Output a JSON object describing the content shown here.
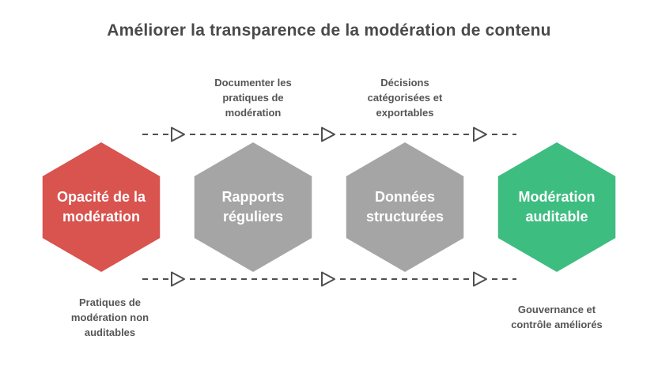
{
  "title": "Améliorer la transparence de la modération de contenu",
  "colors": {
    "stage_red": "#d9534f",
    "stage_gray": "#a5a5a5",
    "stage_green": "#3ebd81",
    "hexagon_border": "#ffffff",
    "arrow_line": "#4f4f4f",
    "title_text": "#4a4a4a",
    "note_text": "#555555",
    "stage_text": "#ffffff",
    "background": "#ffffff"
  },
  "stages": [
    {
      "label": "Opacité de la\nmodération",
      "color": "#d9534f",
      "note_bottom": "Pratiques de\nmodération non\nauditables"
    },
    {
      "label": "Rapports\nréguliers",
      "color": "#a5a5a5",
      "note_top": "Documenter les\npratiques de\nmodération"
    },
    {
      "label": "Données\nstructurées",
      "color": "#a5a5a5",
      "note_top": "Décisions\ncatégorisées et\nexportables"
    },
    {
      "label": "Modération\nauditable",
      "color": "#3ebd81",
      "note_bottom": "Gouvernance et\ncontrôle améliorés"
    }
  ]
}
